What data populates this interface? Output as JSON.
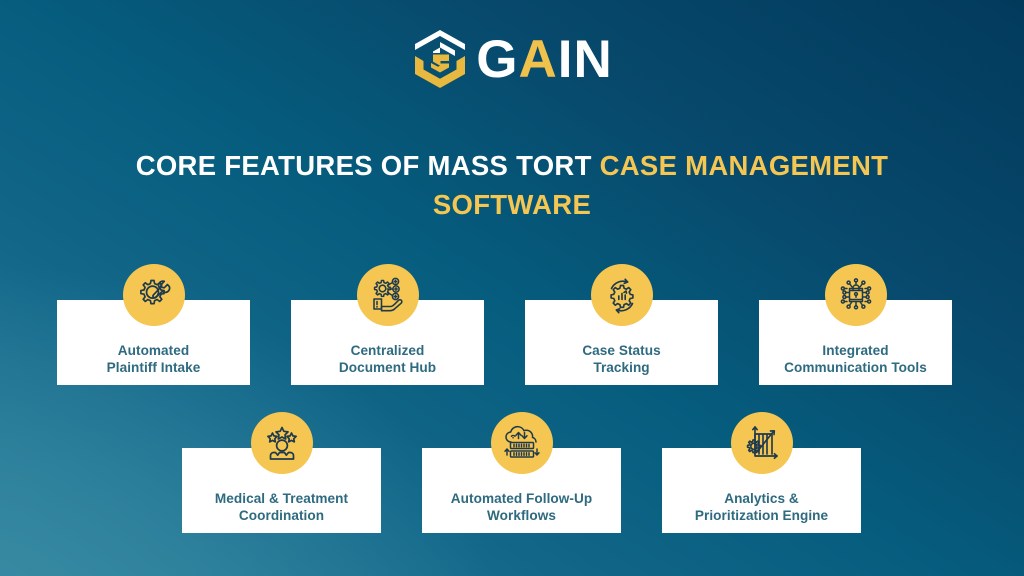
{
  "brand": {
    "logo_mark": "gain-hexagon-logo",
    "wordmark_parts": [
      {
        "text": "G",
        "color": "#ffffff"
      },
      {
        "text": "A",
        "color": "#f0c14b"
      },
      {
        "text": "I",
        "color": "#ffffff"
      },
      {
        "text": "N",
        "color": "#ffffff"
      }
    ],
    "wordmark_full": "GAIN"
  },
  "heading": {
    "line1_white": "CORE FEATURES OF MASS TORT ",
    "line1_gold": "CASE MANAGEMENT",
    "line2_gold": "SOFTWARE",
    "full_text": "CORE FEATURES OF MASS TORT CASE MANAGEMENT SOFTWARE"
  },
  "colors": {
    "background_light": "#2b7f99",
    "background_dark": "#023a5c",
    "accent_gold": "#f5c651",
    "card_background": "#ffffff",
    "card_text": "#2e6a80",
    "icon_line": "#1f3a4d",
    "heading_white": "#ffffff",
    "heading_gold": "#f5c651"
  },
  "features_row1": [
    {
      "label": "Automated\nPlaintiff Intake",
      "icon": "gear-wrench-icon"
    },
    {
      "label": "Centralized\nDocument Hub",
      "icon": "hand-gears-network-icon"
    },
    {
      "label": "Case Status\nTracking",
      "icon": "gear-refresh-chart-icon"
    },
    {
      "label": "Integrated\nCommunication Tools",
      "icon": "circuit-lock-icon"
    }
  ],
  "features_row2": [
    {
      "label": "Medical & Treatment\nCoordination",
      "icon": "person-stars-icon"
    },
    {
      "label": "Automated Follow-Up\nWorkflows",
      "icon": "cloud-server-arrows-icon"
    },
    {
      "label": "Analytics &\nPrioritization Engine",
      "icon": "chart-gear-growth-icon"
    }
  ]
}
